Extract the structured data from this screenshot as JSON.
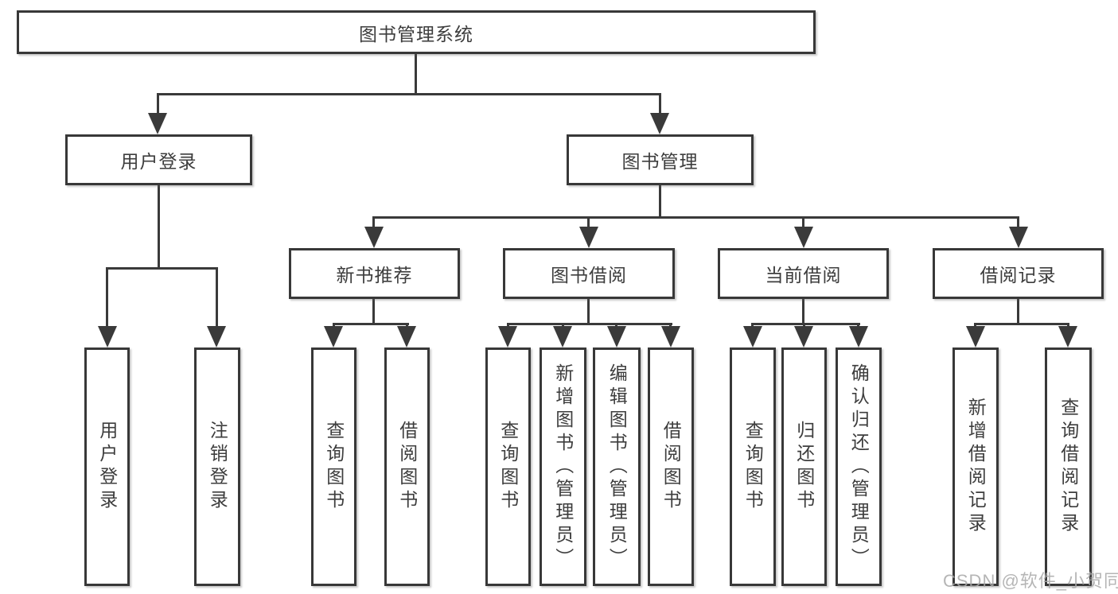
{
  "diagram": {
    "root": {
      "label": "图书管理系统"
    },
    "branches": [
      {
        "label": "用户登录",
        "children": [
          "用户登录",
          "注销登录"
        ]
      },
      {
        "label": "图书管理",
        "children": [
          {
            "label": "新书推荐",
            "children": [
              "查询图书",
              "借阅图书"
            ]
          },
          {
            "label": "图书借阅",
            "children": [
              "查询图书",
              "新增图书（管理员）",
              "编辑图书（管理员）",
              "借阅图书"
            ]
          },
          {
            "label": "当前借阅",
            "children": [
              "查询图书",
              "归还图书",
              "确认归还（管理员）"
            ]
          },
          {
            "label": "借阅记录",
            "children": [
              "新增借阅记录",
              "查询借阅记录"
            ]
          }
        ]
      }
    ]
  },
  "watermark": {
    "text": "CSDN @软件_小贺同学",
    "color": "#a9a9a9"
  },
  "colors": {
    "line": "#3a3a3a",
    "border": "#383838",
    "text": "#3d3d3d",
    "background": "#ffffff"
  }
}
